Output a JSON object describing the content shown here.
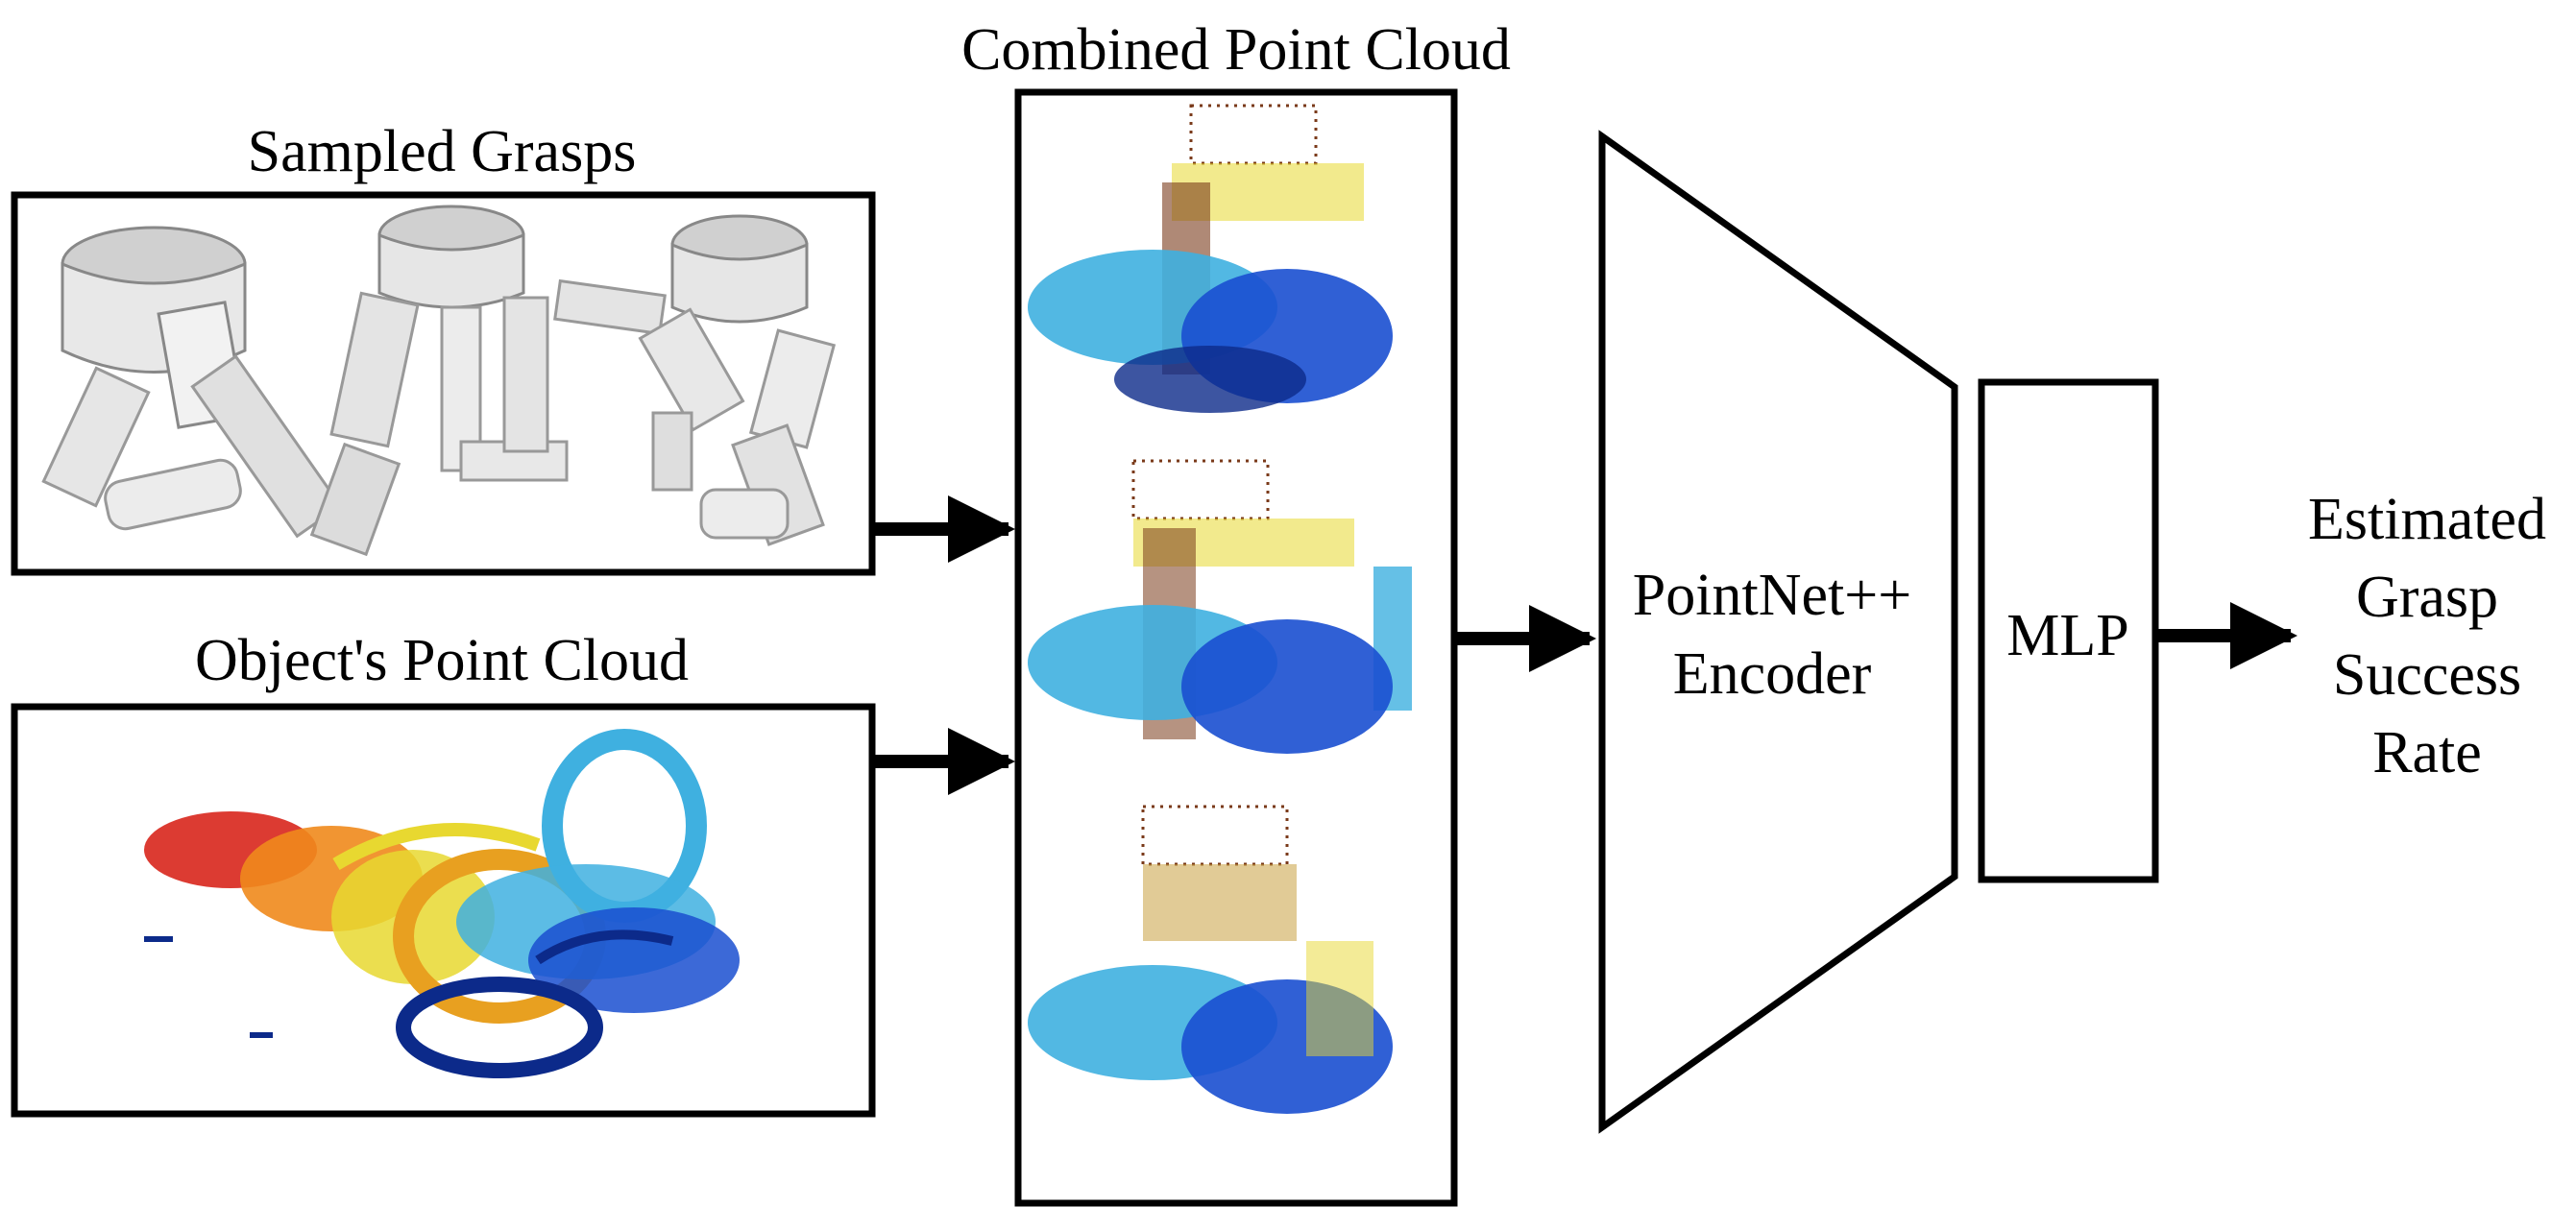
{
  "labels": {
    "sampled_grasps": "Sampled Grasps",
    "object_point_cloud": "Object's Point Cloud",
    "combined_point_cloud": "Combined Point Cloud",
    "encoder_line1": "PointNet++",
    "encoder_line2": "Encoder",
    "mlp": "MLP",
    "output_line1": "Estimated",
    "output_line2": "Grasp",
    "output_line3": "Success",
    "output_line4": "Rate"
  },
  "colors": {
    "stroke": "#000000",
    "gripper_light": "#e6e6e6",
    "gripper_mid": "#c8c8c8",
    "gripper_dark": "#9a9a9a",
    "cloud_red": "#d8261c",
    "cloud_orange": "#f08a1c",
    "cloud_yellow": "#e8d830",
    "cloud_cyan": "#3fb0e0",
    "cloud_blue": "#1a4fd0",
    "cloud_navy": "#0c2a8a",
    "grasp_points": "#7a3a1a"
  },
  "icons": [
    "robot-gripper-icon",
    "point-cloud-icon",
    "combined-point-cloud-icon"
  ]
}
